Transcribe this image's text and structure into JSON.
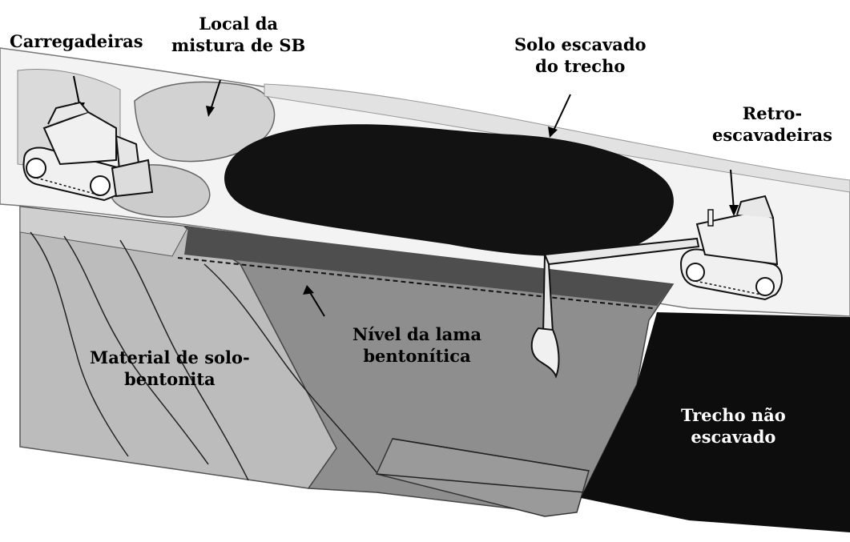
{
  "labels": {
    "loaders": "Carregadeiras",
    "mix_site": "Local da\nmistura de SB",
    "excavated_soil": "Solo escavado\ndo trecho",
    "backhoes": "Retro-\nescavadeiras",
    "sb_material": "Material de solo-\nbentonita",
    "slurry_level": "Nível da lama\nbentonítica",
    "unexcavated": "Trecho não\nescavado"
  },
  "colors": {
    "background": "#ffffff",
    "ground_light": "#f3f3f3",
    "mix_pile": "#d2d2d2",
    "excavated_pile": "#121212",
    "sb_material": "#bcbcbc",
    "slurry": "#8e8e8e",
    "slurry_band": "#4e4e4e",
    "unexcavated": "#0d0d0d",
    "machine_fill": "#f0f0f0"
  }
}
